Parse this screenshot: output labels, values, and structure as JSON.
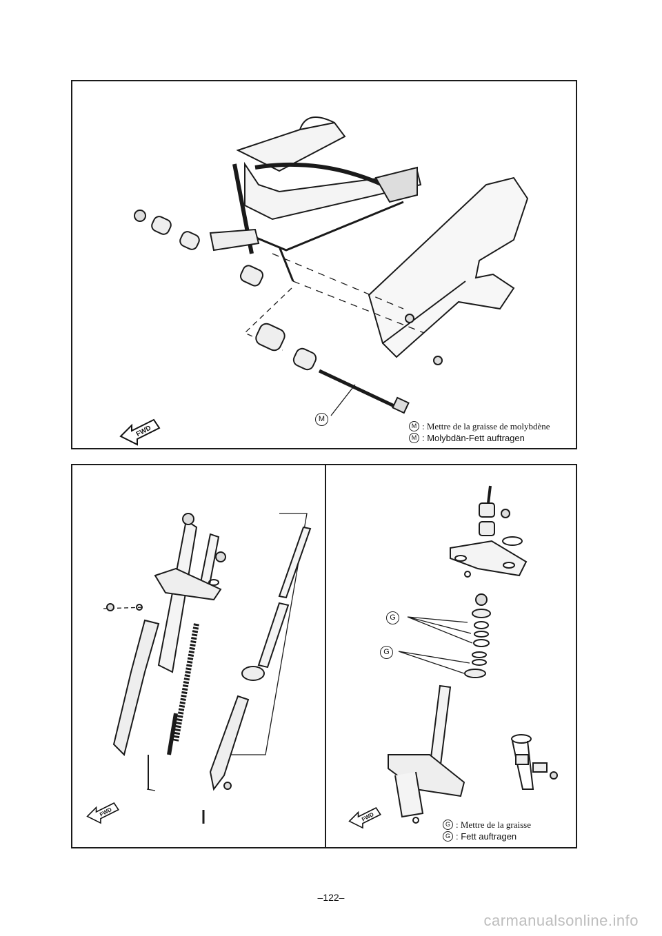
{
  "top_diagram": {
    "callout": "M",
    "fwd_label": "FWD",
    "legend": [
      {
        "symbol": "M",
        "text": ": Mettre de la graisse de molybdène"
      },
      {
        "symbol": "M",
        "text": ": Molybdän-Fett auftragen"
      }
    ]
  },
  "bottom_left_diagram": {
    "fwd_label": "FWD"
  },
  "bottom_right_diagram": {
    "callouts": [
      "G",
      "G"
    ],
    "fwd_label": "FWD",
    "legend": [
      {
        "symbol": "G",
        "text": ": Mettre de la graisse"
      },
      {
        "symbol": "G",
        "text": ": Fett auftragen"
      }
    ]
  },
  "page_number": "–122–",
  "watermark": "carmanualsonline.info"
}
